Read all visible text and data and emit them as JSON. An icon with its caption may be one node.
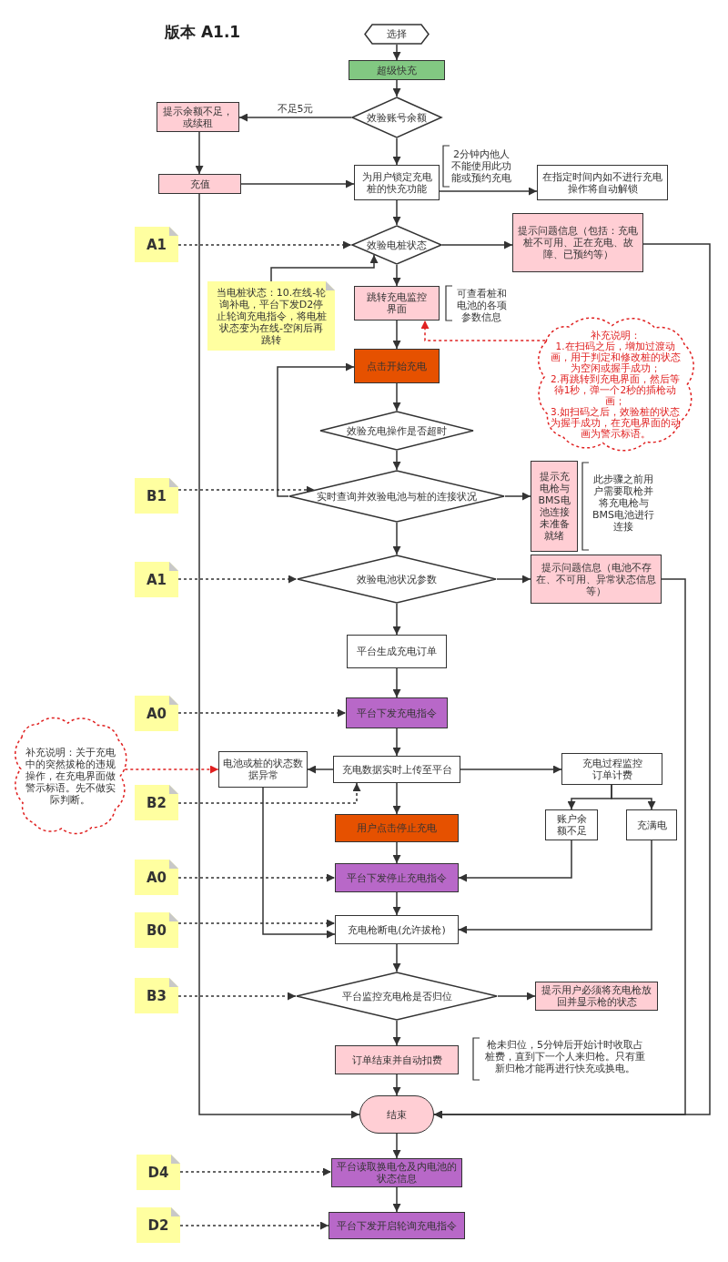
{
  "diagram": {
    "title": "版本 A1.1",
    "nodes": [
      {
        "text": [
          "选择"
        ]
      },
      {
        "text": [
          "超级快充"
        ]
      },
      {
        "text": [
          "效验账号余额"
        ]
      },
      {
        "text": [
          "提示余额不足，或续租"
        ]
      },
      {
        "text": [
          "为用户锁定充电桩的快充功能"
        ],
        "beside": [
          "2分钟内他人不能使用此功能或预约充电"
        ]
      },
      {
        "text": [
          "充值"
        ]
      },
      {
        "text": [
          "在指定时间内如不进行充电操作将自动解锁"
        ]
      },
      {
        "text": [
          "A1"
        ]
      },
      {
        "text": [
          "效验电桩状态"
        ]
      },
      {
        "text": [
          "提示问题信息（包括：充电桩不可用、正在充电、故障、已预约等）"
        ]
      },
      {
        "text": [
          "当电桩状态：10.在线-轮询补电，平台下发D2停止轮询充电指令，将电桩状态变为在线-空闲后再跳转"
        ]
      },
      {
        "text": [
          "跳转充电监控界面"
        ],
        "beside": [
          "可查看桩和电池的各项参数信息"
        ]
      },
      {
        "text": [
          "补充说明：",
          "1.在扫码之后，增加过渡动画，用于判定和修改桩的状态为空闲或握手成功；",
          "2.再跳转到充电界面，然后等待1秒，弹一个2秒的插枪动画；",
          "3.如扫码之后，效验桩的状态为握手成功，在充电界面的动画为警示标语。"
        ]
      },
      {
        "text": [
          "点击开始充电"
        ]
      },
      {
        "text": [
          "效验充电操作是否超时"
        ]
      },
      {
        "text": [
          "B1"
        ]
      },
      {
        "text": [
          "实时查询并效验电池与桩的连接状况"
        ]
      },
      {
        "text": [
          "提示充电枪与BMS电池连接未准备就绪"
        ],
        "beside": [
          "此步骤之前用户需要取枪并将充电枪与BMS电池进行连接"
        ]
      },
      {
        "text": [
          "A1"
        ]
      },
      {
        "text": [
          "效验电池状况参数"
        ]
      },
      {
        "text": [
          "提示问题信息（电池不存在、不可用、异常状态信息等）"
        ]
      },
      {
        "text": [
          "平台生成充电订单"
        ]
      },
      {
        "text": [
          "A0"
        ]
      },
      {
        "text": [
          "平台下发充电指令"
        ]
      },
      {
        "text": [
          "补充说明：关于充电中的突然拔枪的违规操作，在充电界面做警示标语。先不做实际判断。"
        ]
      },
      {
        "text": [
          "电池或桩的状态数据异常"
        ]
      },
      {
        "text": [
          "充电数据实时上传至平台"
        ]
      },
      {
        "text": [
          "充电过程监控订单计费"
        ]
      },
      {
        "text": [
          "B2"
        ]
      },
      {
        "text": [
          "用户点击停止充电"
        ]
      },
      {
        "text": [
          "账户余额不足"
        ]
      },
      {
        "text": [
          "充满电"
        ]
      },
      {
        "text": [
          "A0"
        ]
      },
      {
        "text": [
          "平台下发停止充电指令"
        ]
      },
      {
        "text": [
          "B0"
        ]
      },
      {
        "text": [
          "充电枪断电(允许拔枪)"
        ]
      },
      {
        "text": [
          "B3"
        ]
      },
      {
        "text": [
          "平台监控充电枪是否归位"
        ]
      },
      {
        "text": [
          "提示用户必须将充电枪放回并显示枪的状态"
        ]
      },
      {
        "text": [
          "订单结束并自动扣费"
        ],
        "beside": [
          "枪未归位，5分钟后开始计时收取占桩费，直到下一个人来归枪。只有重新归枪才能再进行快充或换电。"
        ]
      },
      {
        "text": [
          "结束"
        ]
      },
      {
        "text": [
          "D4"
        ]
      },
      {
        "text": [
          "平台读取换电仓及内电池的状态信息"
        ]
      },
      {
        "text": [
          "D2"
        ]
      },
      {
        "text": [
          "平台下发开启轮询充电指令"
        ]
      }
    ],
    "edges": [
      {
        "from": 0,
        "to": 1,
        "arrow": "to"
      },
      {
        "from": 1,
        "to": 2,
        "arrow": "to"
      },
      {
        "from": 2,
        "to": 3,
        "arrow": "to",
        "label": "不足5元"
      },
      {
        "from": 2,
        "to": 4,
        "arrow": "to"
      },
      {
        "from": 3,
        "to": 5,
        "arrow": "to"
      },
      {
        "from": 5,
        "to": 4,
        "arrow": "to"
      },
      {
        "from": 4,
        "to": 6,
        "arrow": "to"
      },
      {
        "from": 4,
        "to": 8,
        "arrow": "to"
      },
      {
        "from": 7,
        "to": 8,
        "arrow": "to",
        "style": "dashed"
      },
      {
        "from": 8,
        "to": 9,
        "arrow": "to"
      },
      {
        "from": 10,
        "to": 8,
        "arrow": "to"
      },
      {
        "from": 8,
        "to": 11,
        "arrow": "to"
      },
      {
        "from": 12,
        "to": 11,
        "arrow": "to",
        "style": "dashed",
        "color": "#e02020"
      },
      {
        "from": 11,
        "to": 13,
        "arrow": "to"
      },
      {
        "from": 13,
        "to": 14,
        "arrow": "to"
      },
      {
        "from": 14,
        "to": 16,
        "arrow": "to"
      },
      {
        "from": 16,
        "to": 13,
        "arrow": "to"
      },
      {
        "from": 15,
        "to": 16,
        "arrow": "to",
        "style": "dashed"
      },
      {
        "from": 16,
        "to": 17,
        "arrow": "to"
      },
      {
        "from": 16,
        "to": 19,
        "arrow": "to"
      },
      {
        "from": 18,
        "to": 19,
        "arrow": "to",
        "style": "dashed"
      },
      {
        "from": 19,
        "to": 20,
        "arrow": "to"
      },
      {
        "from": 19,
        "to": 21,
        "arrow": "to"
      },
      {
        "from": 21,
        "to": 23,
        "arrow": "to"
      },
      {
        "from": 22,
        "to": 23,
        "arrow": "to",
        "style": "dashed"
      },
      {
        "from": 23,
        "to": 26,
        "arrow": "to"
      },
      {
        "from": 24,
        "to": 25,
        "arrow": "to",
        "style": "dashed",
        "color": "#e02020"
      },
      {
        "from": 26,
        "to": 25,
        "arrow": "to"
      },
      {
        "from": 26,
        "to": 27,
        "arrow": "to"
      },
      {
        "from": 28,
        "to": 26,
        "arrow": "to",
        "style": "dashed"
      },
      {
        "from": 26,
        "to": 29,
        "arrow": "to"
      },
      {
        "from": 27,
        "to": 30,
        "arrow": "to"
      },
      {
        "from": 27,
        "to": 31,
        "arrow": "to"
      },
      {
        "from": 29,
        "to": 33,
        "arrow": "to"
      },
      {
        "from": 30,
        "to": 33,
        "arrow": "to"
      },
      {
        "from": 32,
        "to": 33,
        "arrow": "to",
        "style": "dashed"
      },
      {
        "from": 25,
        "to": 35,
        "arrow": "to"
      },
      {
        "from": 33,
        "to": 35,
        "arrow": "to"
      },
      {
        "from": 31,
        "to": 35,
        "arrow": "to"
      },
      {
        "from": 34,
        "to": 35,
        "arrow": "to",
        "style": "dashed"
      },
      {
        "from": 35,
        "to": 37,
        "arrow": "to"
      },
      {
        "from": 36,
        "to": 37,
        "arrow": "to",
        "style": "dashed"
      },
      {
        "from": 37,
        "to": 38,
        "arrow": "to"
      },
      {
        "from": 37,
        "to": 39,
        "arrow": "to"
      },
      {
        "from": 39,
        "to": 40,
        "arrow": "to"
      },
      {
        "from": 5,
        "to": 40,
        "arrow": "to"
      },
      {
        "from": 9,
        "to": 40,
        "arrow": "to"
      },
      {
        "from": 20,
        "to": 40,
        "arrow": "to"
      },
      {
        "from": 40,
        "to": 42,
        "arrow": "to"
      },
      {
        "from": 41,
        "to": 42,
        "arrow": "to",
        "style": "dashed"
      },
      {
        "from": 42,
        "to": 44,
        "arrow": "to"
      },
      {
        "from": 43,
        "to": 44,
        "arrow": "to",
        "style": "dashed"
      }
    ]
  }
}
